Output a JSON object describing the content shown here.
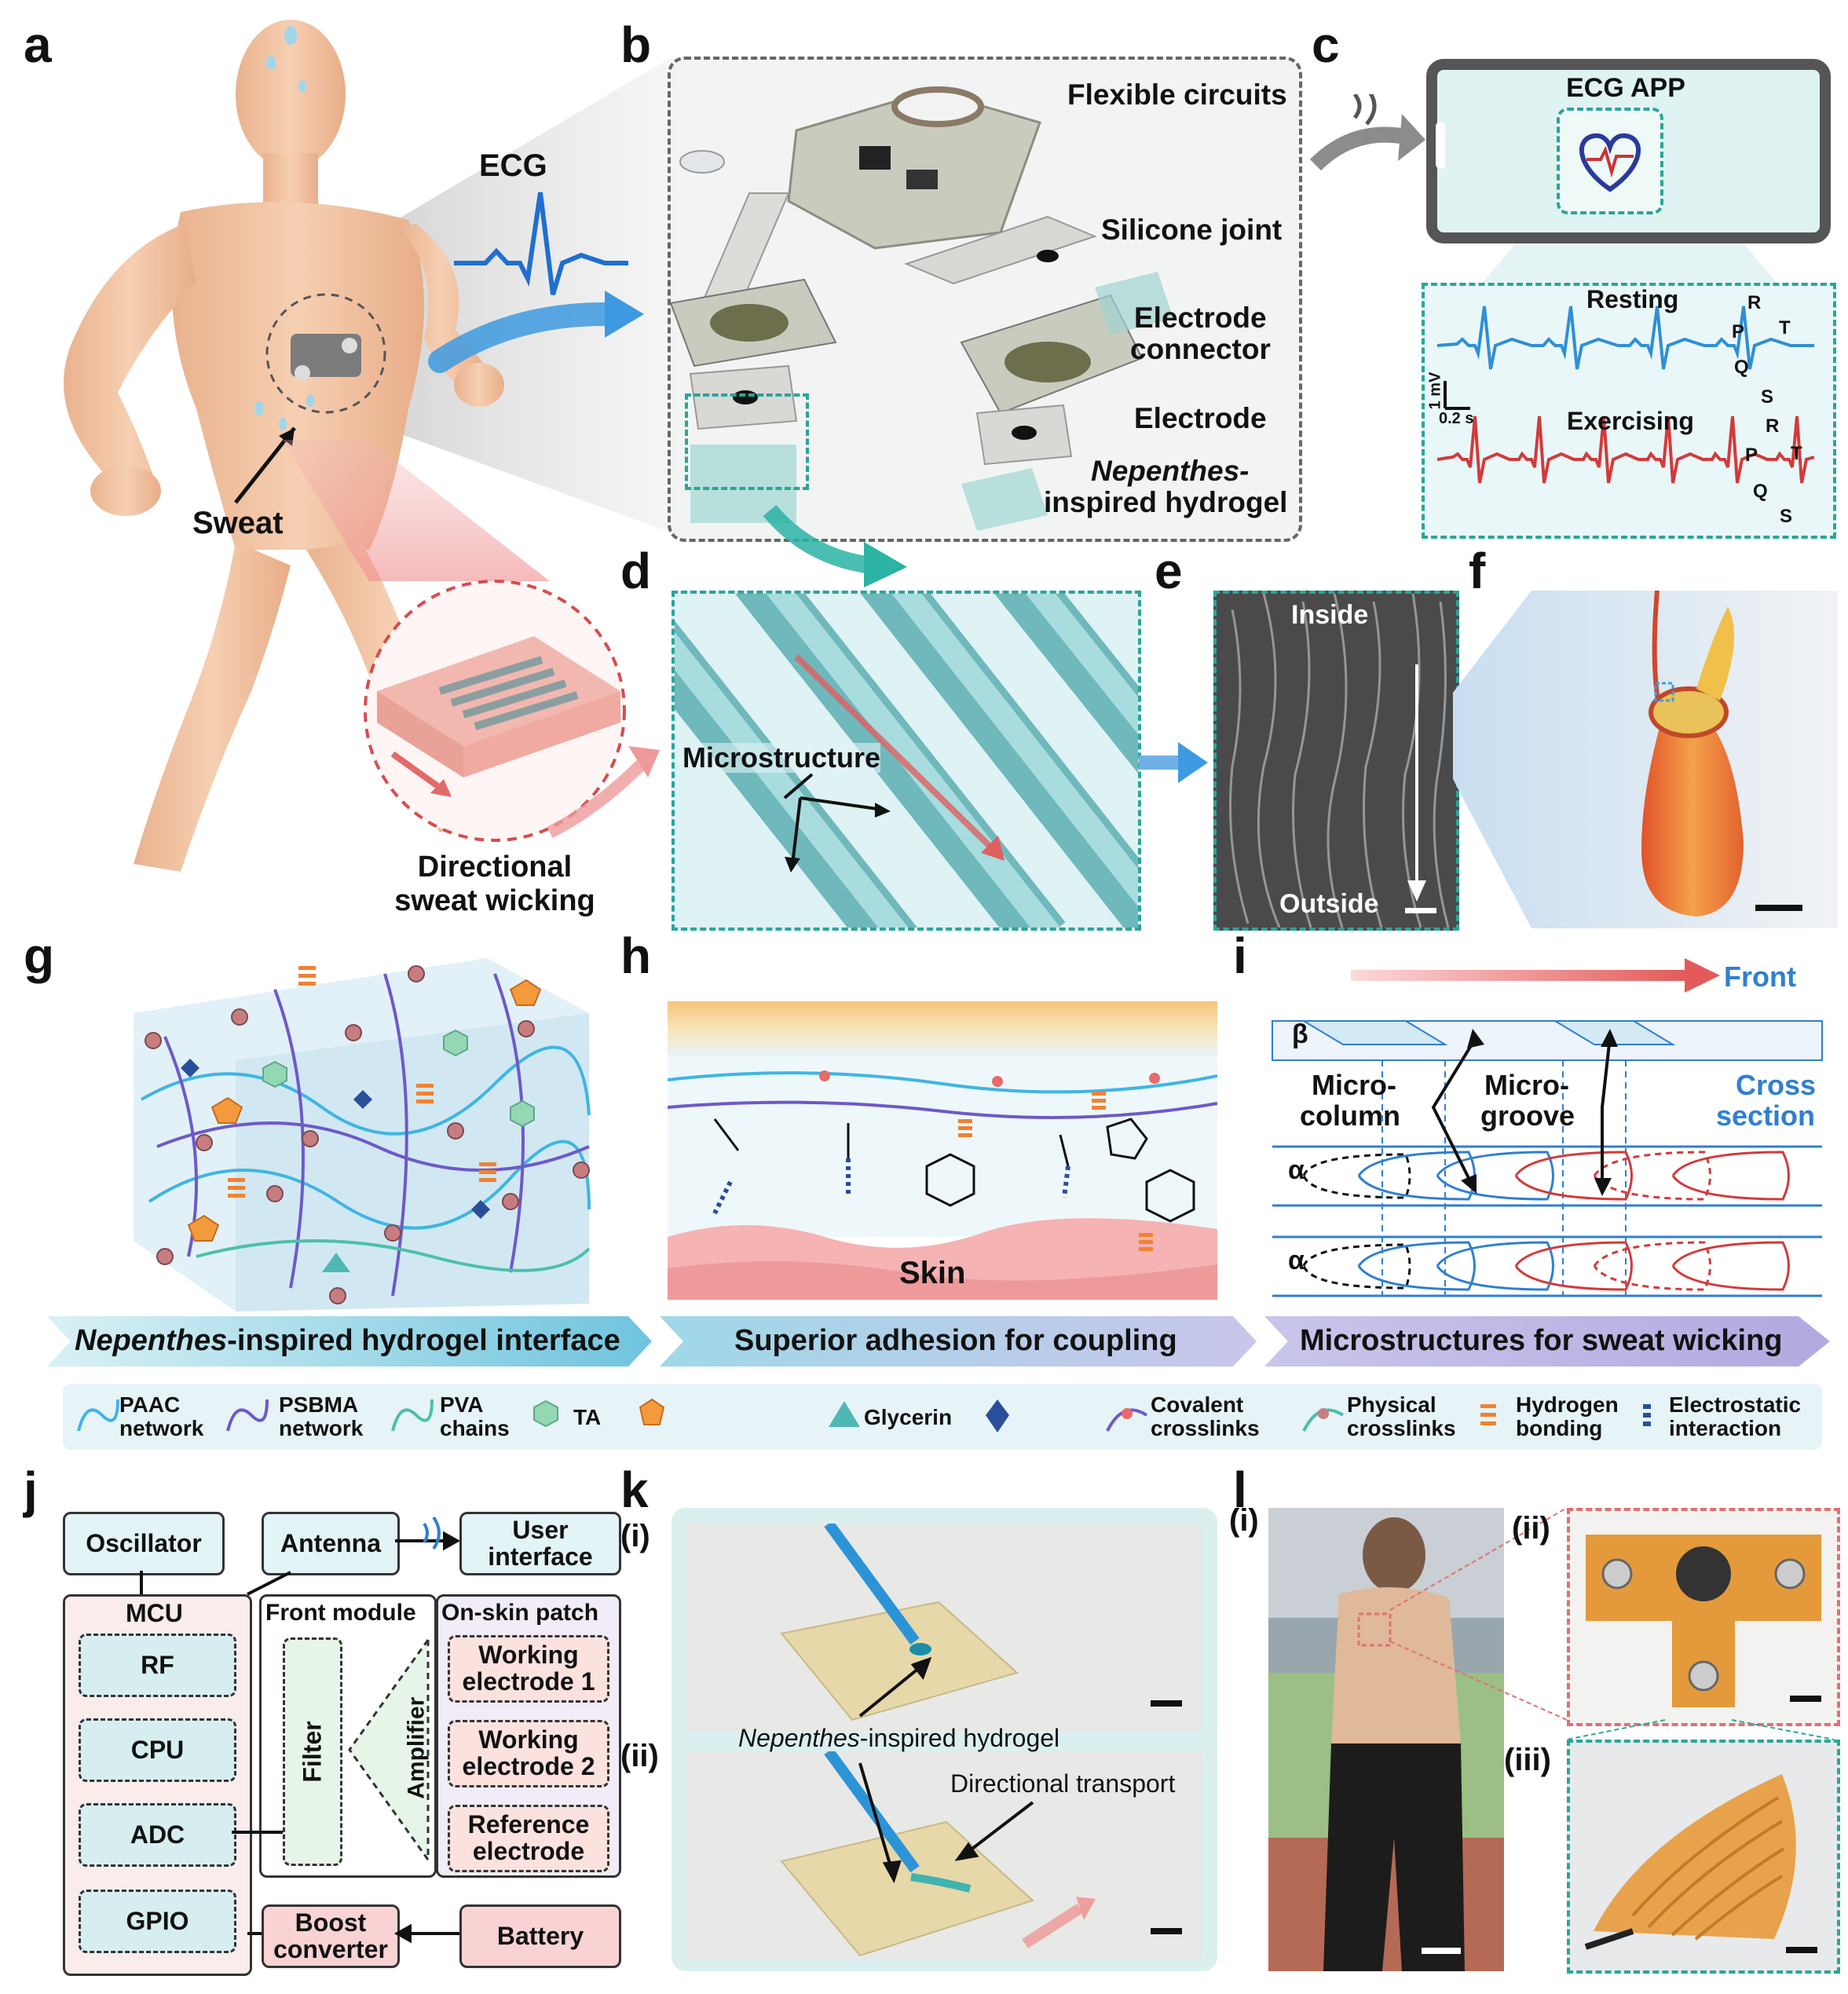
{
  "panels": {
    "a": "a",
    "b": "b",
    "c": "c",
    "d": "d",
    "e": "e",
    "f": "f",
    "g": "g",
    "h": "h",
    "i": "i",
    "j": "j",
    "k": "k",
    "l": "l"
  },
  "panel_a": {
    "ecg": "ECG",
    "sweat": "Sweat",
    "wicking_1": "Directional",
    "wicking_2": "sweat wicking"
  },
  "panel_b": {
    "flexible_circuits": "Flexible circuits",
    "silicone_joint": "Silicone joint",
    "electrode_connector_1": "Electrode",
    "electrode_connector_2": "connector",
    "electrode": "Electrode",
    "hydrogel_1": "Nepenthes-",
    "hydrogel_2": "inspired hydrogel"
  },
  "panel_c": {
    "app_title": "ECG APP",
    "resting": "Resting",
    "exercising": "Exercising",
    "scale_v": "1 mV",
    "scale_t": "0.2 s",
    "p": "P",
    "q": "Q",
    "r": "R",
    "s": "S",
    "t_wave": "T"
  },
  "panel_d": {
    "microstructure": "Microstructure"
  },
  "panel_e": {
    "inside": "Inside",
    "outside": "Outside"
  },
  "panel_h": {
    "skin": "Skin"
  },
  "panel_i": {
    "front": "Front",
    "beta": "β",
    "alpha": "α",
    "micro_column_1": "Micro-",
    "micro_column_2": "column",
    "micro_groove_1": "Micro-",
    "micro_groove_2": "groove",
    "cross_section_1": "Cross",
    "cross_section_2": "section"
  },
  "banners": {
    "b1_em": "Nepenthes",
    "b1_rest": "-inspired hydrogel interface",
    "b2": "Superior adhesion for coupling",
    "b3": "Microstructures for sweat wicking"
  },
  "legend": {
    "paac_1": "PAAC",
    "paac_2": "network",
    "psbma_1": "PSBMA",
    "psbma_2": "network",
    "pva_1": "PVA",
    "pva_2": "chains",
    "ta": "TA",
    "glycerin": "Glycerin",
    "covalent_1": "Covalent",
    "covalent_2": "crosslinks",
    "physical_1": "Physical",
    "physical_2": "crosslinks",
    "hbond_1": "Hydrogen",
    "hbond_2": "bonding",
    "electro_1": "Electrostatic",
    "electro_2": "interaction"
  },
  "panel_j": {
    "oscillator": "Oscillator",
    "antenna": "Antenna",
    "user_interface_1": "User",
    "user_interface_2": "interface",
    "mcu": "MCU",
    "rf": "RF",
    "cpu": "CPU",
    "adc": "ADC",
    "gpio": "GPIO",
    "front_module": "Front module",
    "filter": "Filter",
    "amplifier": "Amplifier",
    "on_skin_patch": "On-skin patch",
    "we1_1": "Working",
    "we1_2": "electrode 1",
    "we2_1": "Working",
    "we2_2": "electrode 2",
    "ref_1": "Reference",
    "ref_2": "electrode",
    "boost_1": "Boost",
    "boost_2": "converter",
    "battery": "Battery"
  },
  "panel_k": {
    "i": "(i)",
    "ii": "(ii)",
    "hydrogel_em": "Nepenthes",
    "hydrogel_rest": "-inspired hydrogel",
    "directional": "Directional transport"
  },
  "panel_l": {
    "i": "(i)",
    "ii": "(ii)",
    "iii": "(iii)"
  },
  "colors": {
    "teal": "#2aa59a",
    "blue_ecg": "#2f8fd6",
    "red_ecg": "#d33a3a",
    "banner": "#cfe8f3",
    "accent_blue": "#2f7fd0"
  }
}
